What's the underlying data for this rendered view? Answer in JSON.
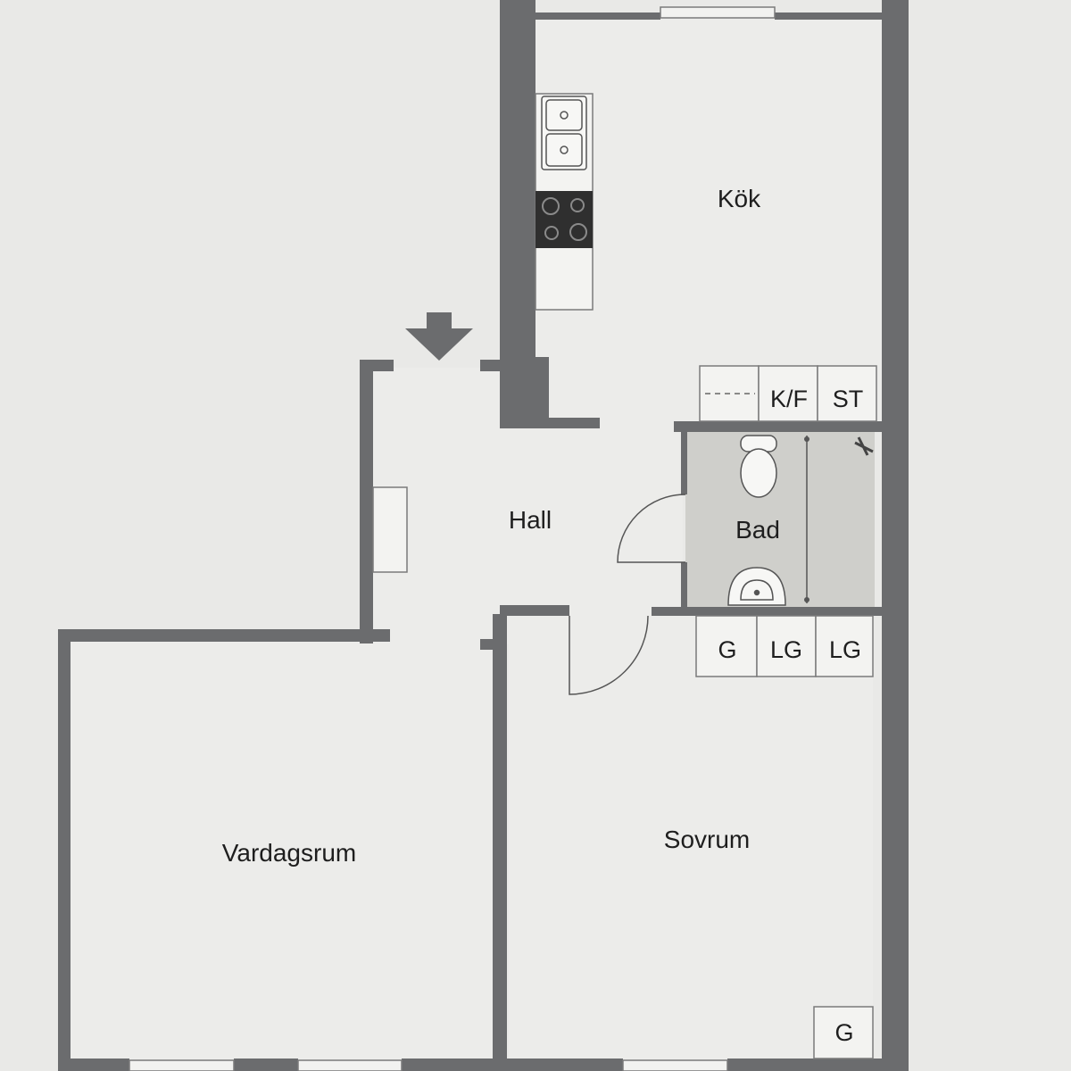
{
  "rooms": {
    "kitchen": "Kök",
    "hall": "Hall",
    "bathroom": "Bad",
    "living_room": "Vardagsrum",
    "bedroom": "Sovrum"
  },
  "closets": {
    "fridge_freezer": "K/F",
    "storage": "ST",
    "wardrobe_1": "G",
    "linen_1": "LG",
    "linen_2": "LG",
    "wardrobe_2": "G"
  },
  "symbols": {
    "entrance": "arrow-down-icon",
    "sink": "double-sink-icon",
    "stove": "stove-icon",
    "toilet": "toilet-icon",
    "washbasin": "washbasin-icon",
    "shower": "shower-icon"
  },
  "colors": {
    "wall": "#6b6c6e",
    "floor": "#ececea",
    "background": "#e9e9e7",
    "bathroom_floor": "#cfcfcb",
    "stove": "#2f2f2f"
  }
}
